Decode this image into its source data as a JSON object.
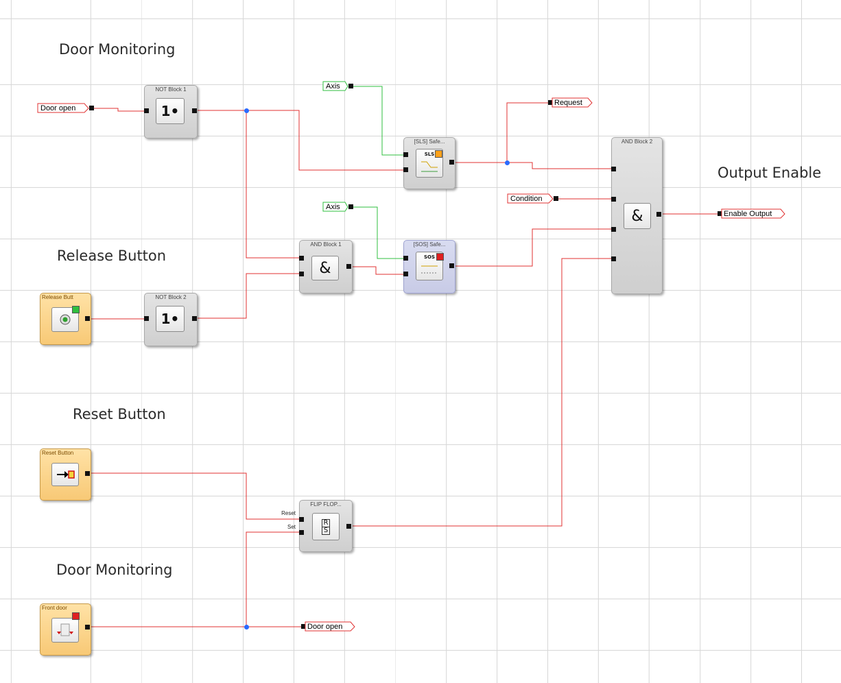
{
  "sections": {
    "door_monitoring_top": "Door Monitoring",
    "release_button": "Release Button",
    "reset_button": "Reset Button",
    "door_monitoring_bottom": "Door Monitoring",
    "output_enable": "Output Enable"
  },
  "blocks": {
    "not1": {
      "title": "NOT Block 1",
      "symbol": "1•"
    },
    "not2": {
      "title": "NOT Block 2",
      "symbol": "1•"
    },
    "and1": {
      "title": "AND Block 1",
      "symbol": "&"
    },
    "and2": {
      "title": "AND Block 2",
      "symbol": "&"
    },
    "sls": {
      "title": "[SLS] Safe...",
      "symbol": "SLS"
    },
    "sos": {
      "title": "[SOS] Safe...",
      "symbol": "SOS"
    },
    "flipflop": {
      "title": "FLIP FLOP...",
      "symbol_r": "R",
      "symbol_s": "S",
      "reset_label": "Reset",
      "set_label": "Set"
    },
    "release_btn": {
      "title": "Release Butt"
    },
    "reset_btn": {
      "title": "Reset Button"
    },
    "front_door": {
      "title": "Front door"
    }
  },
  "connectors": {
    "door_open_in": "Door open",
    "axis_1": "Axis",
    "axis_2": "Axis",
    "request": "Request",
    "condition": "Condition",
    "enable_output": "Enable Output",
    "door_open_out": "Door open"
  },
  "colors": {
    "wire_signal": "#e03030",
    "wire_axis": "#2fbf3f",
    "junction": "#2a6bff",
    "input_block": "#f8c976",
    "selected_block": "#c8cbe6"
  },
  "icons": {
    "not": "not-gate-icon",
    "and": "and-gate-icon",
    "sls": "safely-limited-speed-icon",
    "sos": "safe-operating-stop-icon",
    "flipflop": "rs-flip-flop-icon",
    "release": "release-button-icon",
    "reset": "reset-button-icon",
    "door": "door-switch-icon"
  }
}
